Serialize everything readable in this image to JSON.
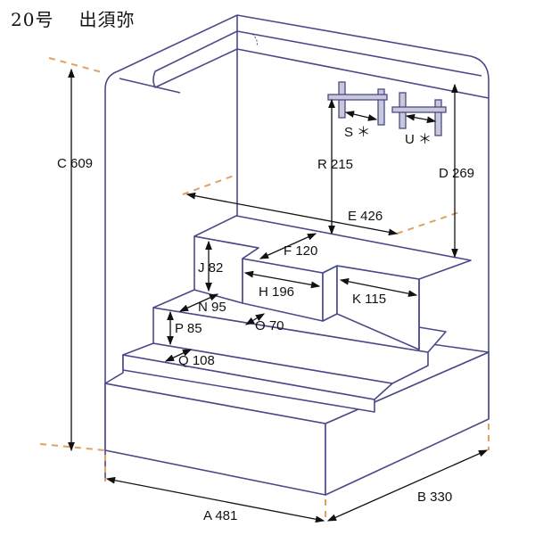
{
  "title": {
    "model": "20号",
    "name": "出須弥"
  },
  "dimensions": {
    "A": "A 481",
    "B": "B 330",
    "C": "C 609",
    "D": "D 269",
    "E": "E 426",
    "F": "F 120",
    "H": "H 196",
    "J": "J 82",
    "K": "K 115",
    "N": "N 95",
    "O": "O 70",
    "P": "P 85",
    "Q": "Q 108",
    "R": "R 215",
    "S": "S ＊",
    "U": "U ＊"
  },
  "colors": {
    "outline": "#4a4a8a",
    "guide": "#e0a060"
  }
}
